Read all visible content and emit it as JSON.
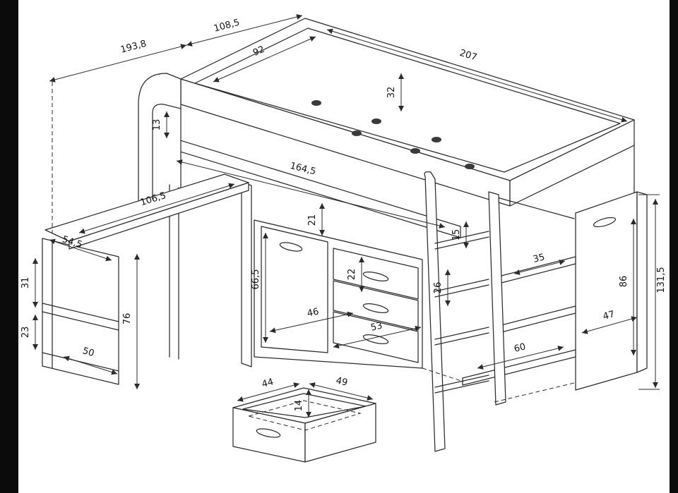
{
  "meta": {
    "background": "#ffffff",
    "line_color": "#2b2b2b",
    "photo_edge_color": "#0b0b0b"
  },
  "dims": {
    "overall_depth": "193,8",
    "head_section_depth": "108,5",
    "bed_inner_width": "92",
    "bed_length": "207",
    "rail_height": "32",
    "rail_thickness": "13",
    "bed_inner_length": "164,5",
    "desk_length": "106,5",
    "desk_depth": "54,5",
    "shelf_opening_upper": "31",
    "shelf_opening_lower": "23",
    "desk_height": "76",
    "shelf_width": "50",
    "under_bed_gap": "21",
    "cabinet_door_height": "66,5",
    "drawer_front_height": "22",
    "cabinet_door_width": "46",
    "drawer_front_width": "53",
    "step_gap": "15",
    "shelf_gap": "26",
    "side_shelf_depth": "35",
    "bottom_shelf_width": "60",
    "wardrobe_door_height": "86",
    "overall_height": "131,5",
    "wardrobe_width": "47",
    "drawer_box_width": "44",
    "drawer_box_depth": "49",
    "drawer_box_rim_height": "14"
  }
}
